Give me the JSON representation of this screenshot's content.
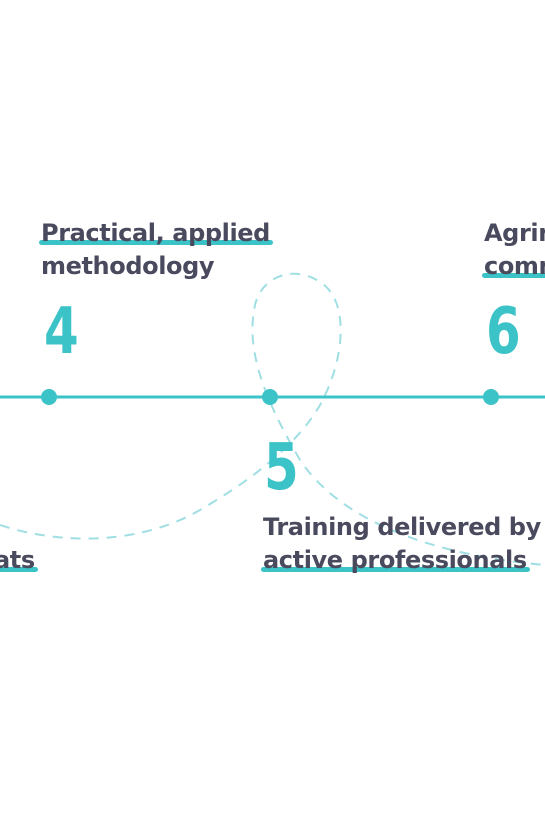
{
  "colors": {
    "accent": "#3cc3c8",
    "text": "#4a4a5e",
    "dash": "#9fdfe3",
    "background": "#ffffff"
  },
  "steps": [
    {
      "number": "4",
      "line1": "Practical, applied",
      "line2": "methodology",
      "highlighted_line": 1
    },
    {
      "number": "5",
      "line1": "Training delivered by",
      "line2": "active professionals",
      "highlighted_line": 2
    },
    {
      "number": "6",
      "line1": "Agrin",
      "line2": "comm",
      "highlighted_line": 2
    },
    {
      "number": "",
      "line1": "",
      "line2": "ats",
      "highlighted_line": 2
    }
  ]
}
